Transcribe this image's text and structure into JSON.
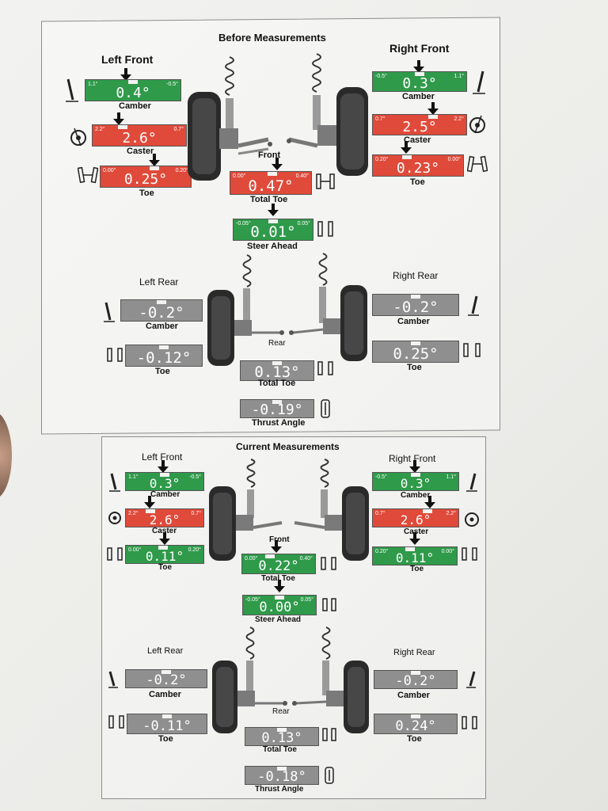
{
  "before": {
    "title": "Before Measurements",
    "left_front": "Left Front",
    "right_front": "Right Front",
    "front": "Front",
    "left_rear": "Left Rear",
    "right_rear": "Right Rear",
    "rear": "Rear",
    "lf_camber": {
      "value": "0.4°",
      "lo": "1.1°",
      "hi": "-0.5°",
      "label": "Camber"
    },
    "lf_caster": {
      "value": "2.6°",
      "lo": "2.2°",
      "hi": "0.7°",
      "label": "Caster"
    },
    "lf_toe": {
      "value": "0.25°",
      "lo": "0.00°",
      "hi": "0.20°",
      "label": "Toe"
    },
    "rf_camber": {
      "value": "0.3°",
      "lo": "-0.5°",
      "hi": "1.1°",
      "label": "Camber"
    },
    "rf_caster": {
      "value": "2.5°",
      "lo": "0.7°",
      "hi": "2.2°",
      "label": "Caster"
    },
    "rf_toe": {
      "value": "0.23°",
      "lo": "0.20°",
      "hi": "0.00°",
      "label": "Toe"
    },
    "total_toe": {
      "value": "0.47°",
      "lo": "0.00°",
      "hi": "0.40°",
      "label": "Total Toe"
    },
    "steer_ahead": {
      "value": "0.01°",
      "lo": "-0.05°",
      "hi": "0.05°",
      "label": "Steer Ahead"
    },
    "lr_camber": {
      "value": "-0.2°",
      "label": "Camber"
    },
    "lr_toe": {
      "value": "-0.12°",
      "label": "Toe"
    },
    "rr_camber": {
      "value": "-0.2°",
      "label": "Camber"
    },
    "rr_toe": {
      "value": "0.25°",
      "label": "Toe"
    },
    "rear_total_toe": {
      "value": "0.13°",
      "label": "Total Toe"
    },
    "thrust_angle": {
      "value": "-0.19°",
      "label": "Thrust Angle"
    }
  },
  "current": {
    "title": "Current Measurements",
    "left_front": "Left Front",
    "right_front": "Right Front",
    "front": "Front",
    "left_rear": "Left Rear",
    "right_rear": "Right Rear",
    "rear": "Rear",
    "lf_camber": {
      "value": "0.3°",
      "lo": "1.1°",
      "hi": "-0.5°",
      "label": "Camber"
    },
    "lf_caster": {
      "value": "2.6°",
      "lo": "2.2°",
      "hi": "0.7°",
      "label": "Caster"
    },
    "lf_toe": {
      "value": "0.11°",
      "lo": "0.00°",
      "hi": "0.20°",
      "label": "Toe"
    },
    "rf_camber": {
      "value": "0.3°",
      "lo": "-0.5°",
      "hi": "1.1°",
      "label": "Camber"
    },
    "rf_caster": {
      "value": "2.6°",
      "lo": "0.7°",
      "hi": "2.2°",
      "label": "Caster"
    },
    "rf_toe": {
      "value": "0.11°",
      "lo": "0.20°",
      "hi": "0.00°",
      "label": "Toe"
    },
    "total_toe": {
      "value": "0.22°",
      "lo": "0.00°",
      "hi": "0.40°",
      "label": "Total Toe"
    },
    "steer_ahead": {
      "value": "0.00°",
      "lo": "-0.05°",
      "hi": "0.05°",
      "label": "Steer Ahead"
    },
    "lr_camber": {
      "value": "-0.2°",
      "label": "Camber"
    },
    "lr_toe": {
      "value": "-0.11°",
      "label": "Toe"
    },
    "rr_camber": {
      "value": "-0.2°",
      "label": "Camber"
    },
    "rr_toe": {
      "value": "0.24°",
      "label": "Toe"
    },
    "rear_total_toe": {
      "value": "0.13°",
      "label": "Total Toe"
    },
    "thrust_angle": {
      "value": "-0.18°",
      "label": "Thrust Angle"
    }
  },
  "colors": {
    "in_spec": "#2f9a4a",
    "out_of_spec": "#e04a3a",
    "info": "#8f8f8f"
  },
  "icons": [
    "camber-icon",
    "caster-icon",
    "toe-icon",
    "thrust-angle-icon",
    "arrow-down-icon",
    "suspension-strut-icon"
  ]
}
